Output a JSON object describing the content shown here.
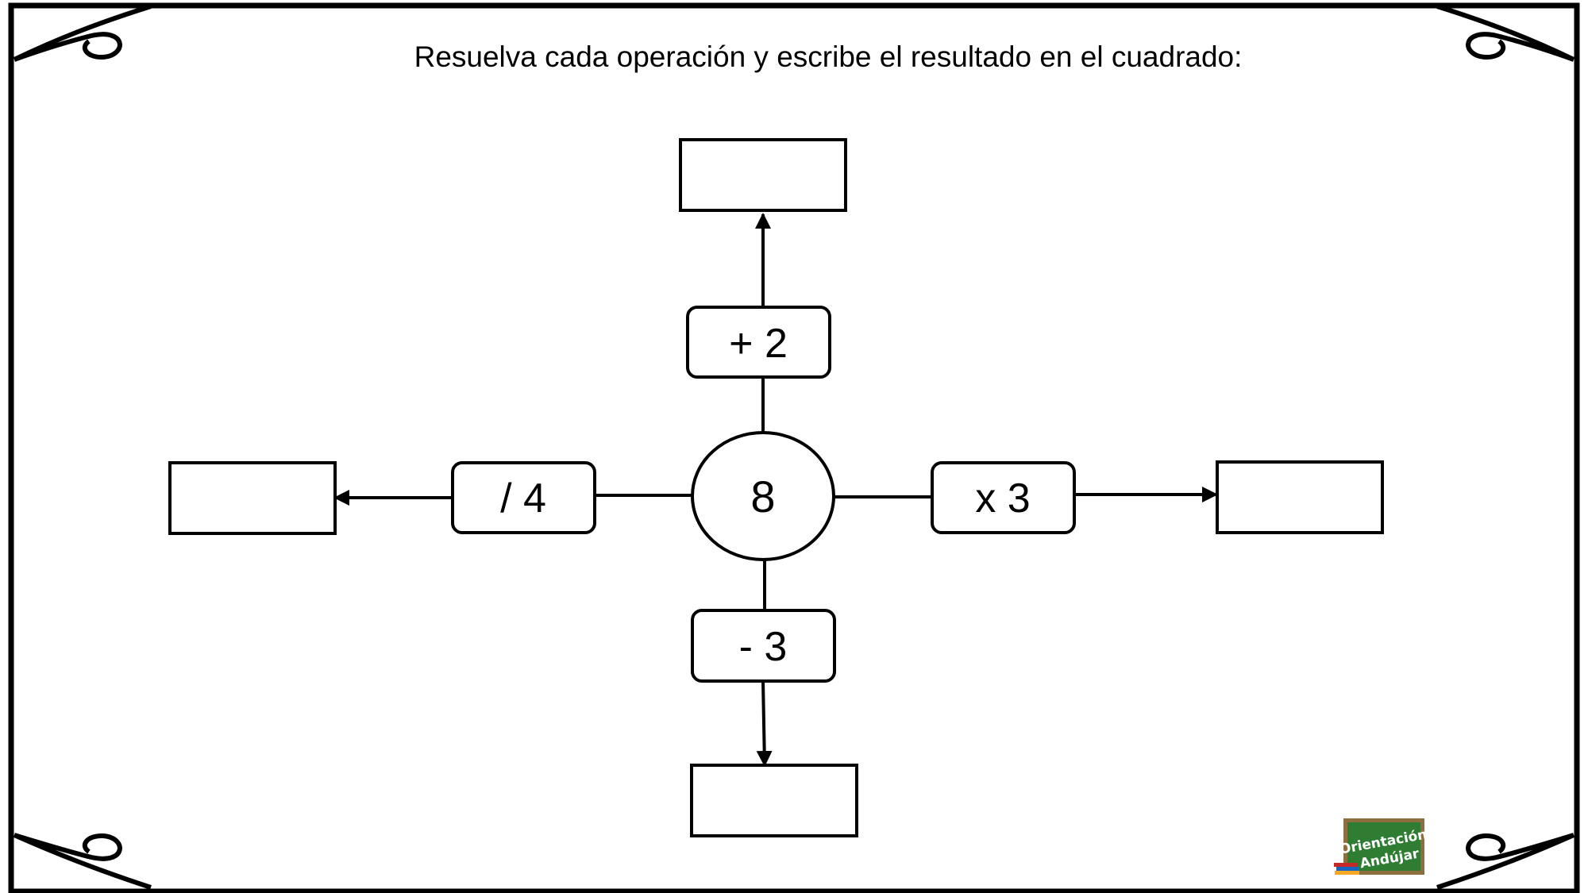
{
  "instruction": "Resuelva cada operación y escribe el resultado en el cuadrado:",
  "center_value": "8",
  "operations": {
    "up": "+ 2",
    "down": "- 3",
    "left": "/ 4",
    "right": "x 3"
  },
  "answer_boxes": {
    "up": "",
    "down": "",
    "left": "",
    "right": ""
  },
  "logo": {
    "line1": "Orientación",
    "line2": "Andújar",
    "board_color": "#2e7d32",
    "frame_color": "#8d6e3f"
  },
  "colors": {
    "ink": "#000000",
    "background": "#ffffff"
  }
}
